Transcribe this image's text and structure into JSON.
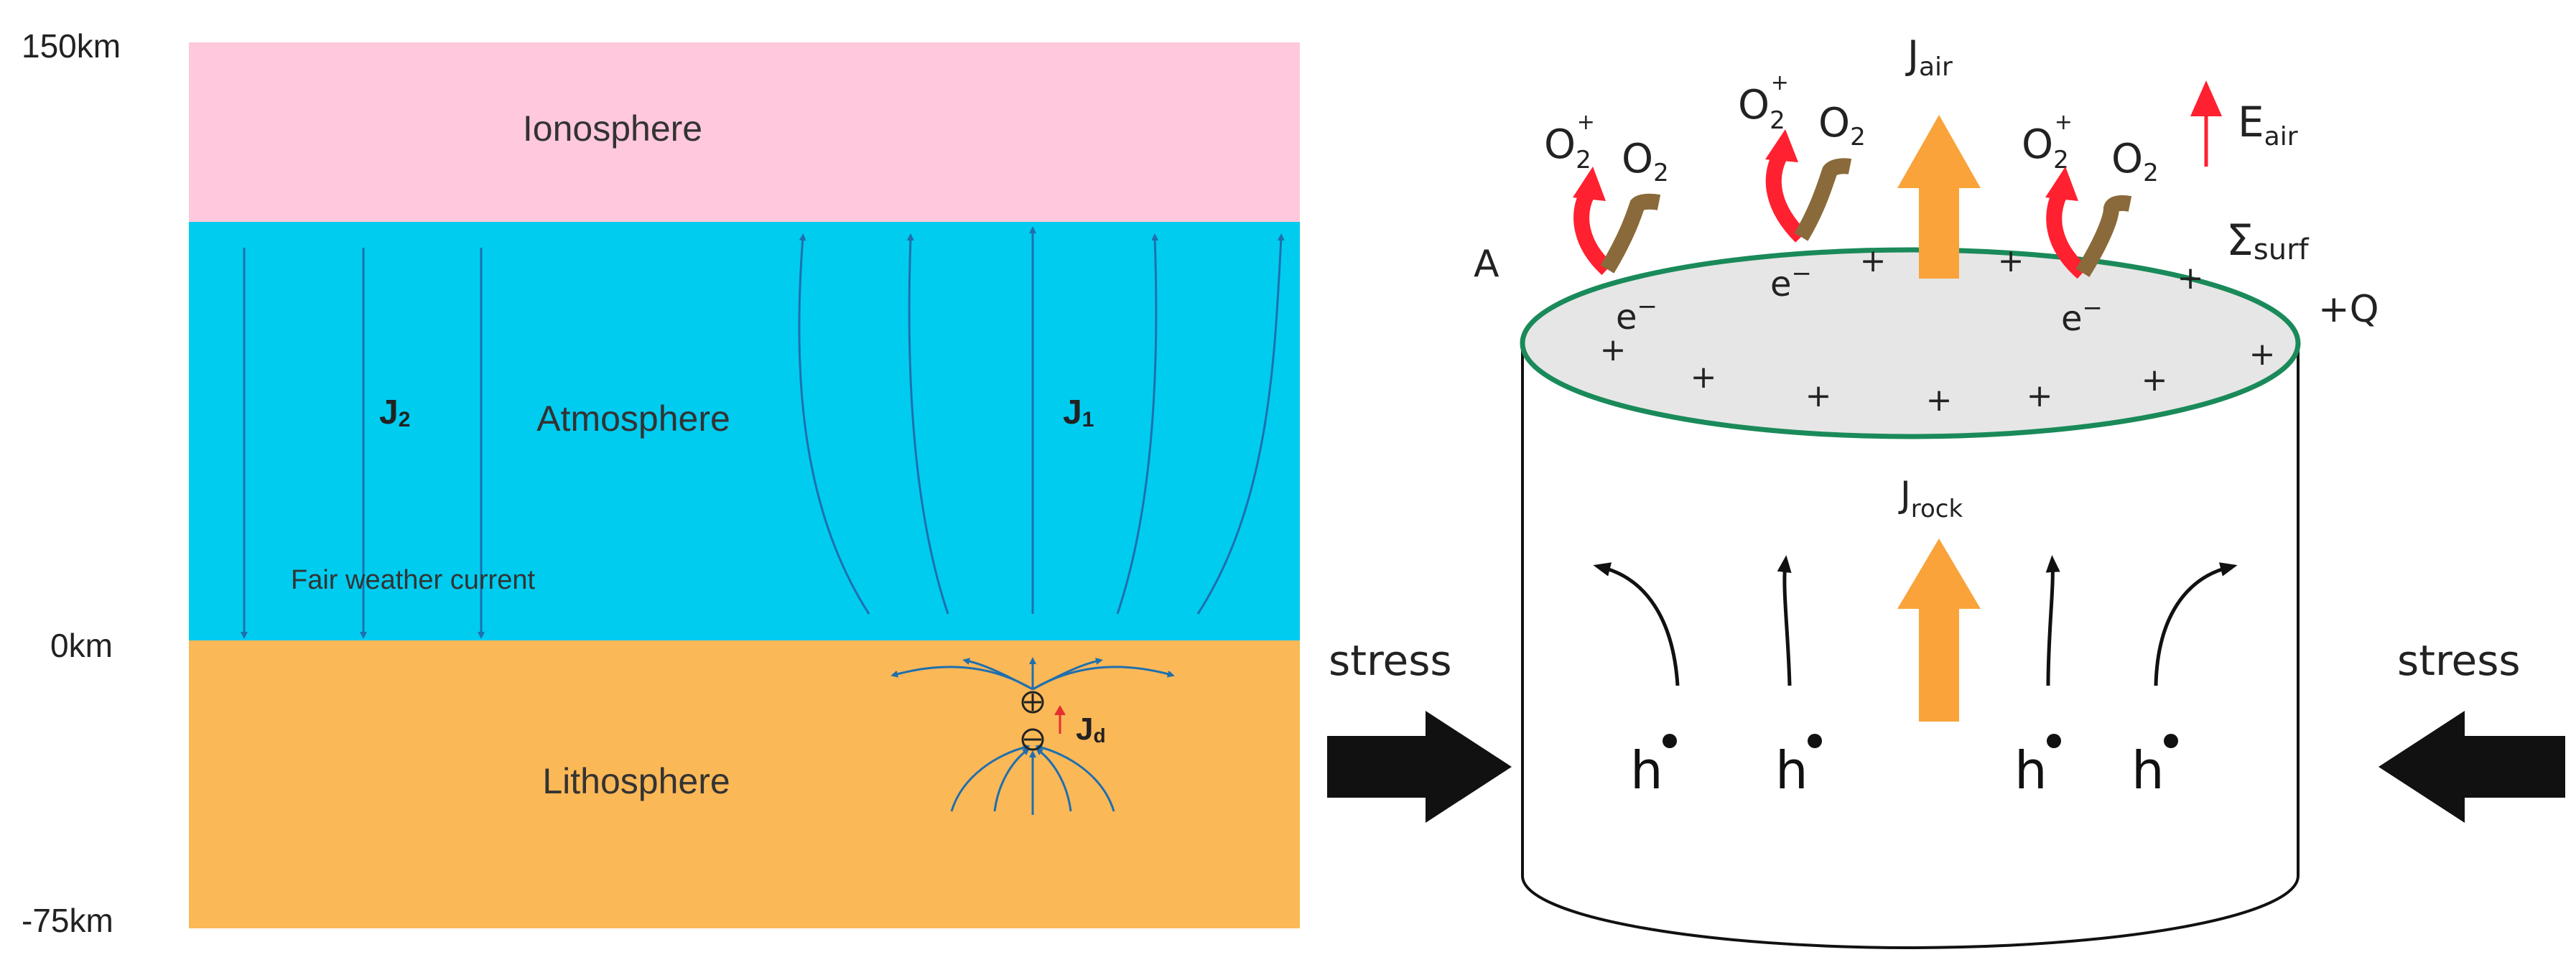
{
  "left_panel": {
    "altitude_labels": {
      "top": "150km",
      "surface": "0km",
      "bottom": "-75km"
    },
    "layers": {
      "ionosphere": "Ionosphere",
      "atmosphere": "Atmosphere",
      "lithosphere": "Lithosphere"
    },
    "currents": {
      "j2_main": "J",
      "j2_sub": "2",
      "j1_main": "J",
      "j1_sub": "1",
      "jd_main": "J",
      "jd_sub": "d"
    },
    "fair_weather_label": "Fair weather current",
    "colors": {
      "ionosphere": "#ffc8dc",
      "atmosphere": "#00ccf0",
      "lithosphere": "#fbb857",
      "field_line": "#1f6fae"
    }
  },
  "right_panel": {
    "labels": {
      "stress_left": "stress",
      "stress_right": "stress",
      "area": "A",
      "charge": "+Q",
      "sigma": "Σ",
      "sigma_sub": "surf",
      "j_air": "J",
      "j_air_sub": "air",
      "e_air": "E",
      "e_air_sub": "air",
      "j_rock": "J",
      "j_rock_sub": "rock",
      "o2_plus": "O",
      "o2_plus_sub": "2",
      "o2_plus_sup": "+",
      "o2": "O",
      "o2_sub": "2",
      "electron": "e",
      "electron_sup": "−",
      "plus_sign": "+",
      "hole": "h"
    },
    "colors": {
      "orange_arrow": "#f9a33a",
      "red_arrow": "#ff2030",
      "brown_arrow": "#8a6a3a",
      "rim": "#1a8a5a",
      "top_fill": "#e6e6e6"
    }
  }
}
